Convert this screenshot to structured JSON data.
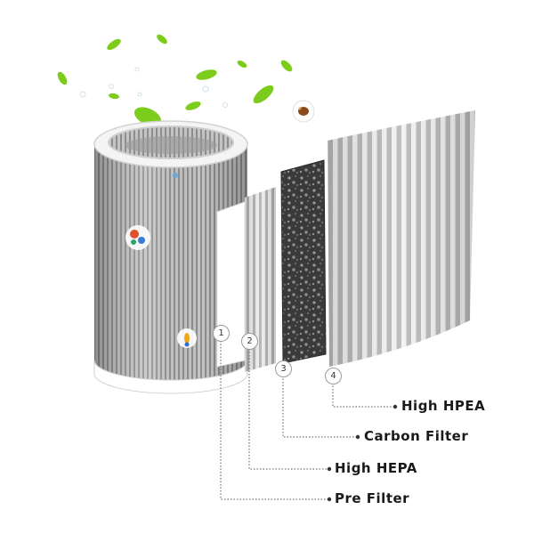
{
  "layers": [
    {
      "number": "1",
      "label": "Pre Filter"
    },
    {
      "number": "2",
      "label": "High HEPA"
    },
    {
      "number": "3",
      "label": "Carbon Filter"
    },
    {
      "number": "4",
      "label": "High HPEA"
    }
  ],
  "colors": {
    "leaf": "#7ccc1c",
    "pleat_light": "#ececec",
    "pleat_dark": "#a8a8a8",
    "carbon": "#3a3a3a",
    "leader_line": "#555555"
  },
  "icons": [
    "leaf-icon",
    "bacteria-icon",
    "dust-mite-icon",
    "germ-icon"
  ]
}
